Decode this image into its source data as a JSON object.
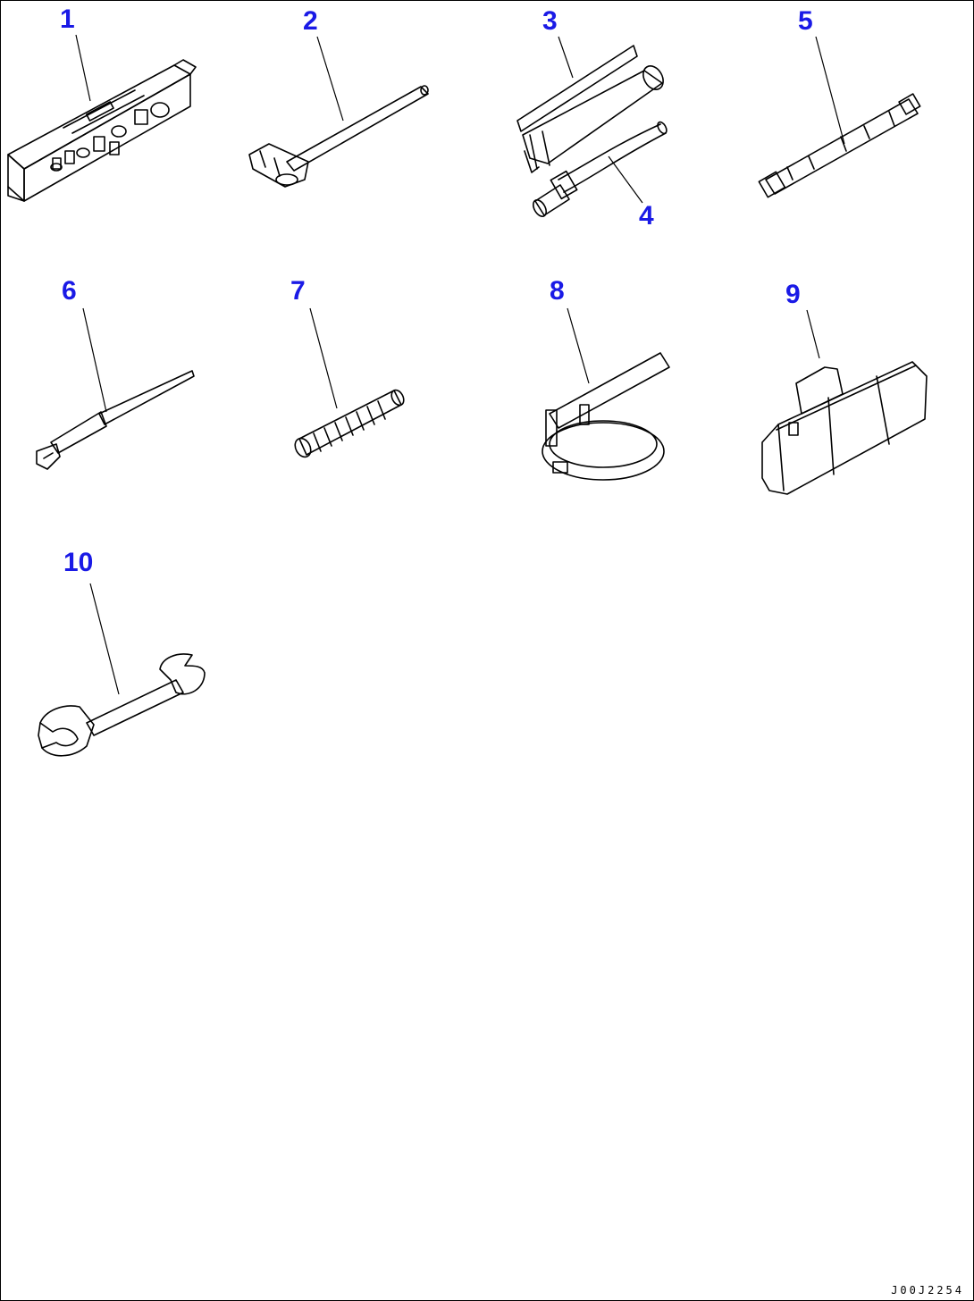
{
  "colors": {
    "label": "#1a1ae6",
    "line": "#000000",
    "background": "#ffffff"
  },
  "parts": [
    {
      "id": "1",
      "label": "1"
    },
    {
      "id": "2",
      "label": "2"
    },
    {
      "id": "3",
      "label": "3"
    },
    {
      "id": "4",
      "label": "4"
    },
    {
      "id": "5",
      "label": "5"
    },
    {
      "id": "6",
      "label": "6"
    },
    {
      "id": "7",
      "label": "7"
    },
    {
      "id": "8",
      "label": "8"
    },
    {
      "id": "9",
      "label": "9"
    },
    {
      "id": "10",
      "label": "10"
    }
  ],
  "drawing_code": "J00J2254"
}
